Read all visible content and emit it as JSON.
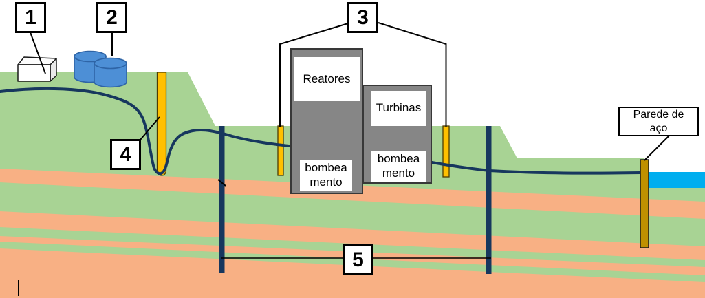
{
  "colors": {
    "ground_green": "#a8d394",
    "ground_orange": "#f8b084",
    "groundwater_navy": "#17375e",
    "well_gold": "#ffc000",
    "steel_wall_gold": "#bf9000",
    "sea_blue": "#00aeef",
    "building_gray": "#868686",
    "tank_blue": "#4d8fd6",
    "box_white": "#ffffff"
  },
  "callouts": {
    "c1": "1",
    "c2": "2",
    "c3": "3",
    "c4": "4",
    "c5": "5"
  },
  "labels": {
    "steel_wall": "Parede de aço",
    "reactors": "Reatores",
    "turbines": "Turbinas",
    "pumping_reactors": "bombea mento",
    "pumping_turbines": "bombea mento"
  }
}
